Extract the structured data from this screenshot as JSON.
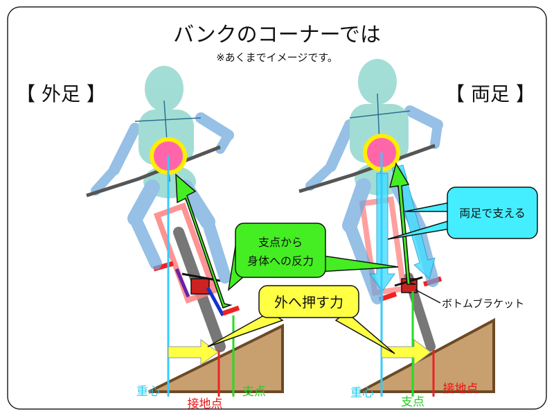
{
  "title": "バンクのコーナーでは",
  "subtitle": "※あくまでイメージです。",
  "left_panel": {
    "label": "【 外足 】",
    "labels": {
      "cog": "重心",
      "contact": "接地点",
      "fulcrum": "支点"
    }
  },
  "right_panel": {
    "label": "【 両足 】",
    "labels": {
      "cog": "重心",
      "contact": "接地点",
      "fulcrum": "支点"
    }
  },
  "callouts": {
    "reaction_line1": "支点から",
    "reaction_line2": "身体への反力",
    "push": "外へ押す力",
    "both_feet": "両足で支える",
    "bottom_bracket": "ボトムブラケット"
  },
  "colors": {
    "cog_line": "#33ccff",
    "contact_line": "#ee2222",
    "fulcrum_line": "#22dd22",
    "ground": "#c8a070",
    "reaction_arrow": "#44ee22",
    "push_arrow": "#ffff44",
    "body": "#7fd1c6",
    "limb": "#6fa8dc",
    "cog_circle": "#ff66aa"
  }
}
